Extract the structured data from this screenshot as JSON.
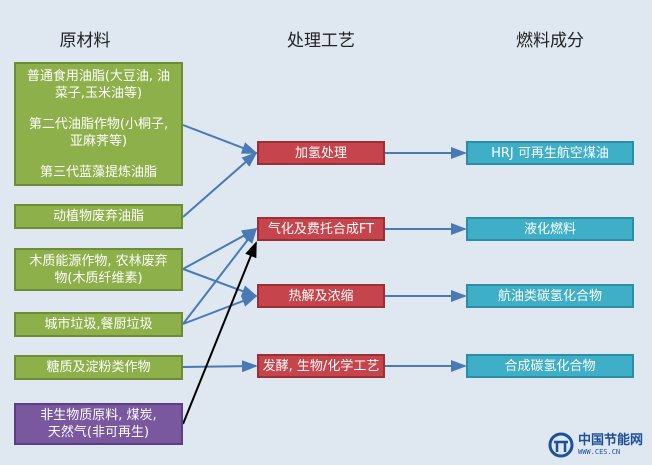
{
  "headers": {
    "raw": "原材料",
    "process": "处理工艺",
    "fuel": "燃料成分"
  },
  "raw_materials": [
    {
      "lines": [
        "普通食用油脂(大豆油, 油菜子,玉米油等)",
        "第二代油脂作物(小桐子, 亚麻荠等)",
        "第三代蓝藻提炼油脂"
      ]
    },
    {
      "label": "动植物废弃油脂"
    },
    {
      "label": "木质能源作物, 农林废弃物(木质纤维素)"
    },
    {
      "label": "城市垃圾,餐厨垃圾"
    },
    {
      "label": "糖质及淀粉类作物"
    },
    {
      "label": "非生物质原料, 煤炭,天然气(非可再生)"
    }
  ],
  "processes": [
    "加氢处理",
    "气化及费托合成FT",
    "热解及浓缩",
    "发酵, 生物/化学工艺"
  ],
  "fuels": [
    "HRJ 可再生航空煤油",
    "液化燃料",
    "航油类碳氢化合物",
    "合成碳氢化合物"
  ],
  "logo": {
    "name": "中国节能网",
    "url_text": "WWW.CES.CN"
  },
  "colors": {
    "green": "#8db04a",
    "purple": "#7a58a0",
    "red": "#c6444c",
    "teal": "#3fafc8",
    "line": "#4a7ab5"
  }
}
